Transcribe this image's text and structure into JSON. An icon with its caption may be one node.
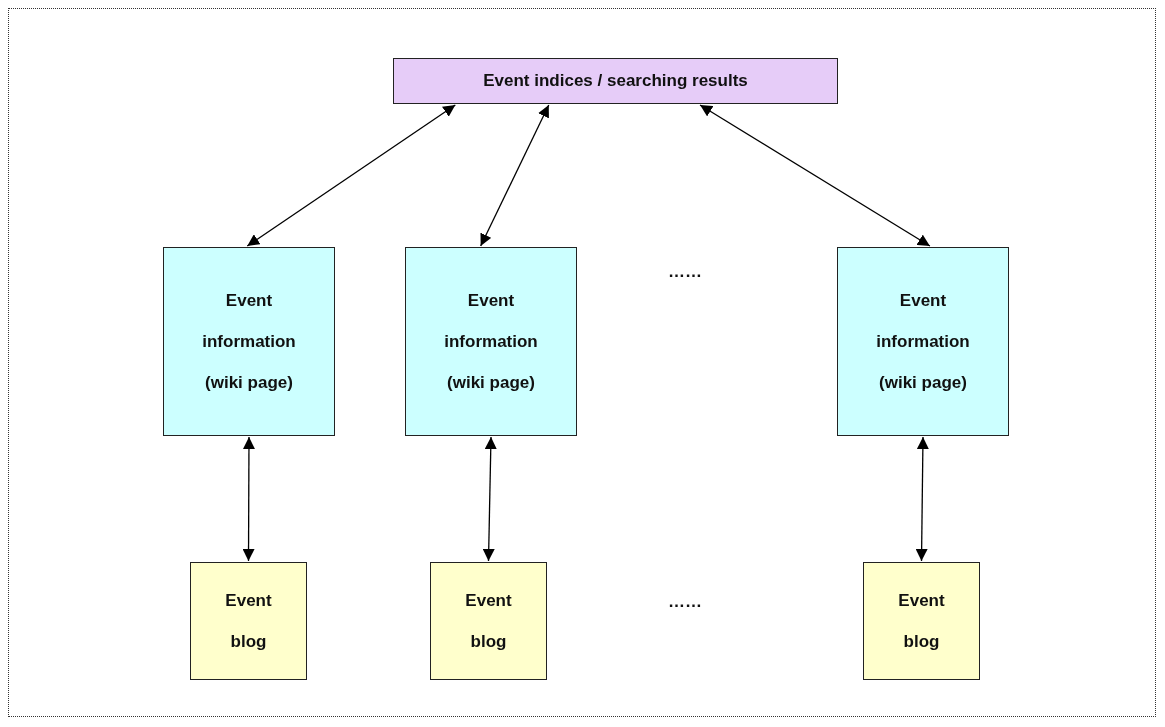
{
  "diagram": {
    "nodes": [
      {
        "text": [
          "Event indices / searching results"
        ]
      },
      {
        "text": [
          "Event information (wiki page)"
        ]
      },
      {
        "text": [
          "Event information (wiki page)"
        ]
      },
      {
        "text": [
          "Event information (wiki page)"
        ]
      },
      {
        "text": [
          "Event blog"
        ]
      },
      {
        "text": [
          "Event blog"
        ]
      },
      {
        "text": [
          "Event blog"
        ]
      }
    ],
    "edges": [
      {
        "from": 0,
        "to": 1,
        "arrow": "both"
      },
      {
        "from": 0,
        "to": 2,
        "arrow": "both"
      },
      {
        "from": 0,
        "to": 3,
        "arrow": "both"
      },
      {
        "from": 1,
        "to": 4,
        "arrow": "both"
      },
      {
        "from": 2,
        "to": 5,
        "arrow": "both"
      },
      {
        "from": 3,
        "to": 6,
        "arrow": "both"
      }
    ],
    "labels": [
      "……",
      "……"
    ]
  }
}
